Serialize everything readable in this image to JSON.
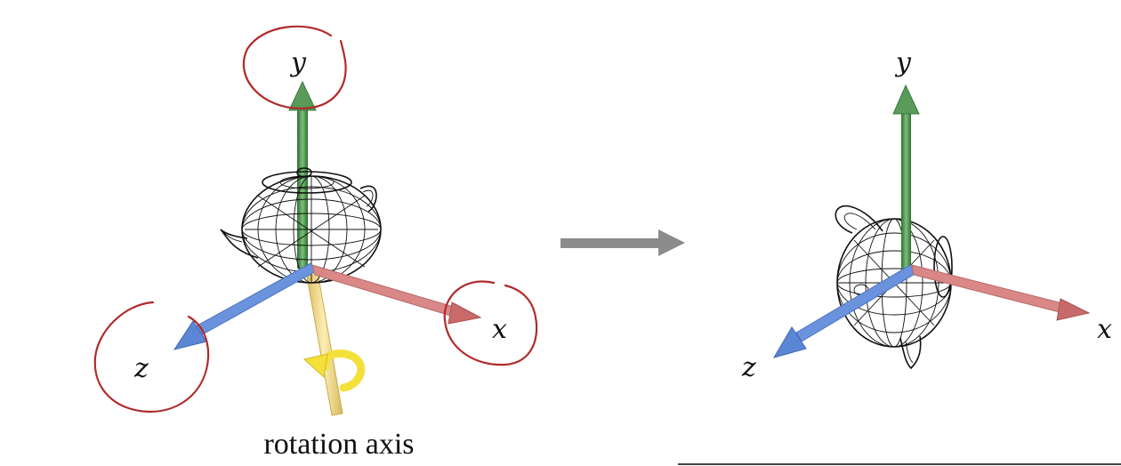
{
  "left_view": {
    "axes": {
      "x": "x",
      "y": "y",
      "z": "z"
    },
    "caption": "rotation axis"
  },
  "right_view": {
    "axes": {
      "x": "x",
      "y": "y",
      "z": "z"
    }
  },
  "colors": {
    "x_axis": "#c96a6a",
    "y_axis": "#4f9a4f",
    "z_axis": "#5b86d6",
    "rotation_axis": "#f2dc86",
    "rotation_arrow": "#f4e03a",
    "transition_arrow": "#8c8c8c",
    "annotation_circle": "#b02a2a"
  }
}
